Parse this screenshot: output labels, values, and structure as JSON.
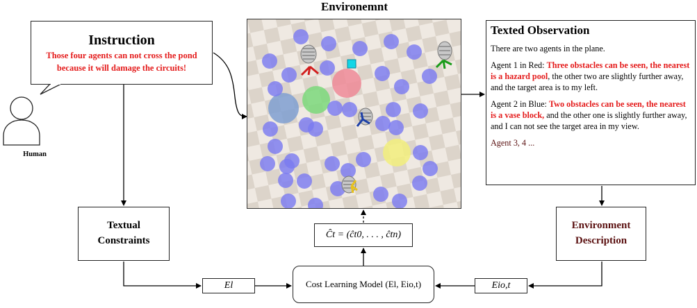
{
  "environment_title": "Environemnt",
  "instruction": {
    "heading": "Instruction",
    "text_line1": "Those four agents can not cross the pond",
    "text_line2": "because it will damage the circuits!"
  },
  "human_label": "Human",
  "textual_constraints": {
    "line1": "Textual",
    "line2": "Constraints"
  },
  "environment_description": {
    "line1": "Environment",
    "line2": "Description"
  },
  "texted_observation": {
    "heading": "Texted Observation",
    "intro": "There are two agents in the plane.",
    "agent1_prefix": "Agent 1 in Red: ",
    "agent1_highlight": "Three obstacles can be seen, the nearest is a hazard pool",
    "agent1_rest": ", the other two are slightly further away, and the target area is to my left.",
    "agent2_prefix": "Agent 2 in Blue: ",
    "agent2_highlight": "Two obstacles can be seen, the nearest is a vase block,",
    "agent2_rest": " and the other one is slightly further away, and I can not see the target area in my view.",
    "agent_more": "Agent 3, 4 ..."
  },
  "cost_vector": "Ĉt = (ĉt0, . . . , ĉtn)",
  "cost_learning_model": "Cost Learning Model (El, Eio,t)",
  "el_label": "El",
  "eo_label": "Eio,t",
  "colors": {
    "red_text": "#e41b1b",
    "dark_red_text": "#5a1010",
    "obstacle": "#7b7bf0",
    "hazard_pink": "#ee8a98",
    "green_zone": "#7bd87b",
    "blue_zone": "#7f9fd1",
    "yellow_zone": "#f2ef7c"
  }
}
